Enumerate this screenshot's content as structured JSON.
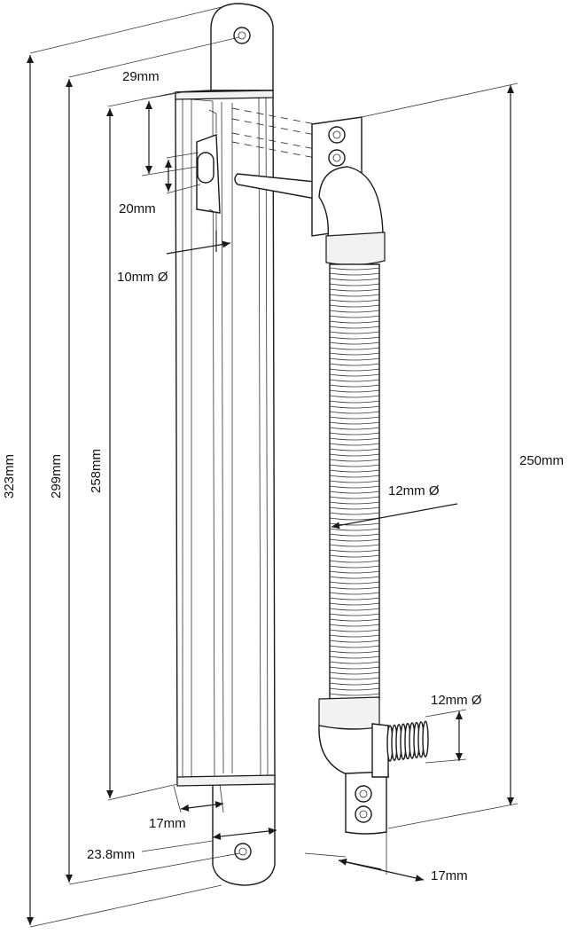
{
  "diagram": {
    "dimensions": {
      "overall_length": "323mm",
      "hole_spacing": "299mm",
      "channel_length": "258mm",
      "slot_offset": "29mm",
      "slot_length": "20mm",
      "slot_diameter": "10mm Ø",
      "channel_width": "17mm",
      "plate_width": "23.8mm",
      "bracket_spacing": "250mm",
      "cable_diameter": "12mm Ø",
      "spring_diameter": "12mm Ø",
      "bracket_width": "17mm"
    },
    "colors": {
      "line": "#1a1a1a",
      "fill": "#ffffff",
      "shade": "#f2f2f2"
    }
  }
}
